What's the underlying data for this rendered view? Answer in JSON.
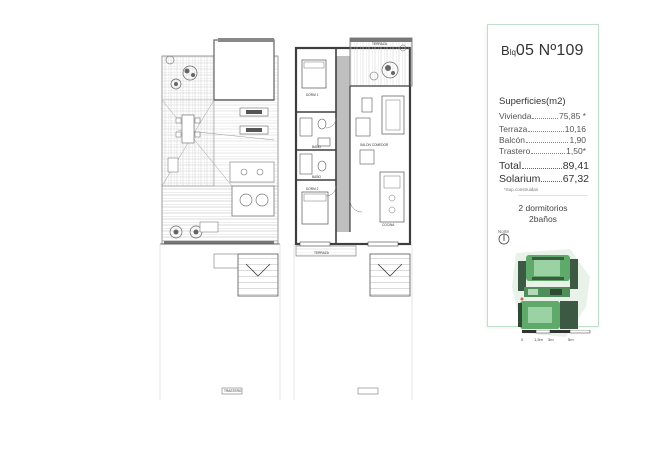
{
  "card": {
    "block_label": "B",
    "block_suffix": "lq",
    "block_num": "05",
    "unit_label": "Nº109",
    "surfaces_heading": "Superficies(m2)",
    "rows": [
      {
        "label": "Vivienda",
        "value": "75,85 *"
      },
      {
        "label": "Terraza",
        "value": "10,16"
      },
      {
        "label": "Balcón",
        "value": "1,90"
      },
      {
        "label": "Trastero",
        "value": "1,50*"
      }
    ],
    "note": "*Sup.construidas",
    "total_label": "Total",
    "total_value": "89,41",
    "solarium_label": "Solarium",
    "solarium_value": "67,32",
    "bedrooms": "2 dormitorios",
    "bathrooms": "2baños",
    "north_label": "Norte",
    "scale_labels": [
      "0",
      "1,5m",
      "3m",
      "5m"
    ]
  },
  "plan_labels": {
    "terraza_top": "TERRAZA",
    "terraza_bottom": "TERRAZA",
    "trastero": "TRASTERO",
    "dormitorio_1": "DORM 1",
    "dormitorio_2": "DORM 2",
    "bano_1": "BAÑO",
    "bano_2": "BAÑO",
    "salon": "SALON COMEDOR",
    "cocina": "COCINA"
  },
  "colors": {
    "wall": "#4a4a4a",
    "line": "#777777",
    "card_border": "#bfe0c8",
    "map_green": "#5fa96a",
    "map_dark": "#3c5a43"
  }
}
